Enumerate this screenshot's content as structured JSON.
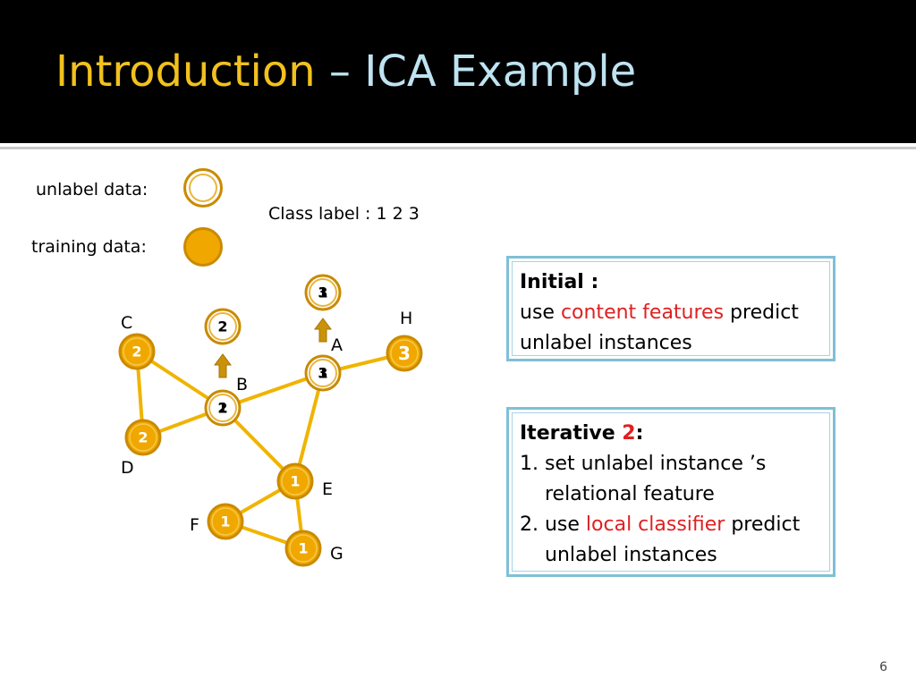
{
  "slide": {
    "title_main": "Introduction",
    "title_dash": " – ",
    "title_sub": "ICA Example",
    "page_number": "6"
  },
  "legend": {
    "unlabel_label": "unlabel data:",
    "training_label": "training data:",
    "class_label": "Class label :  1   2   3"
  },
  "colors": {
    "node_fill": "#f0a800",
    "node_stroke": "#c98a00",
    "edge": "#f0b400",
    "arrow": "#c9920a",
    "title_main": "#f2c11e",
    "title_sub": "#bfe3f0",
    "highlight": "#e02020",
    "box_border": "#7fbfd6"
  },
  "nodes": [
    {
      "id": "C",
      "label": "C",
      "value": "2",
      "type": "training"
    },
    {
      "id": "D",
      "label": "D",
      "value": "2",
      "type": "training"
    },
    {
      "id": "B",
      "label": "B",
      "value": "2",
      "overlay": "1",
      "type": "unlabel"
    },
    {
      "id": "A",
      "label": "A",
      "value": "3",
      "overlay": "1",
      "type": "unlabel"
    },
    {
      "id": "H",
      "label": "H",
      "value": "3",
      "type": "training"
    },
    {
      "id": "E",
      "label": "E",
      "value": "1",
      "type": "training"
    },
    {
      "id": "F",
      "label": "F",
      "value": "1",
      "type": "training"
    },
    {
      "id": "G",
      "label": "G",
      "value": "1",
      "type": "training"
    }
  ],
  "predictions": [
    {
      "node": "B",
      "value": "2"
    },
    {
      "node": "A",
      "value": "3",
      "overlay": "1"
    }
  ],
  "edges": [
    [
      "C",
      "D"
    ],
    [
      "C",
      "B"
    ],
    [
      "D",
      "B"
    ],
    [
      "B",
      "A"
    ],
    [
      "A",
      "H"
    ],
    [
      "B",
      "E"
    ],
    [
      "A",
      "E"
    ],
    [
      "E",
      "F"
    ],
    [
      "E",
      "G"
    ],
    [
      "F",
      "G"
    ]
  ],
  "box_initial": {
    "head": "Initial :",
    "line1_pre": "use ",
    "line1_hl": "content features",
    "line1_post": " predict",
    "line2": "unlabel instances"
  },
  "box_iterative": {
    "head": "Iterative ",
    "head_num": "2",
    "head_colon": ":",
    "item1a": "1. set unlabel instance ’s",
    "item1b": "relational feature",
    "item2_pre": "2. use ",
    "item2_hl": "local classifier",
    "item2_post": " predict",
    "item2b": "unlabel instances"
  }
}
